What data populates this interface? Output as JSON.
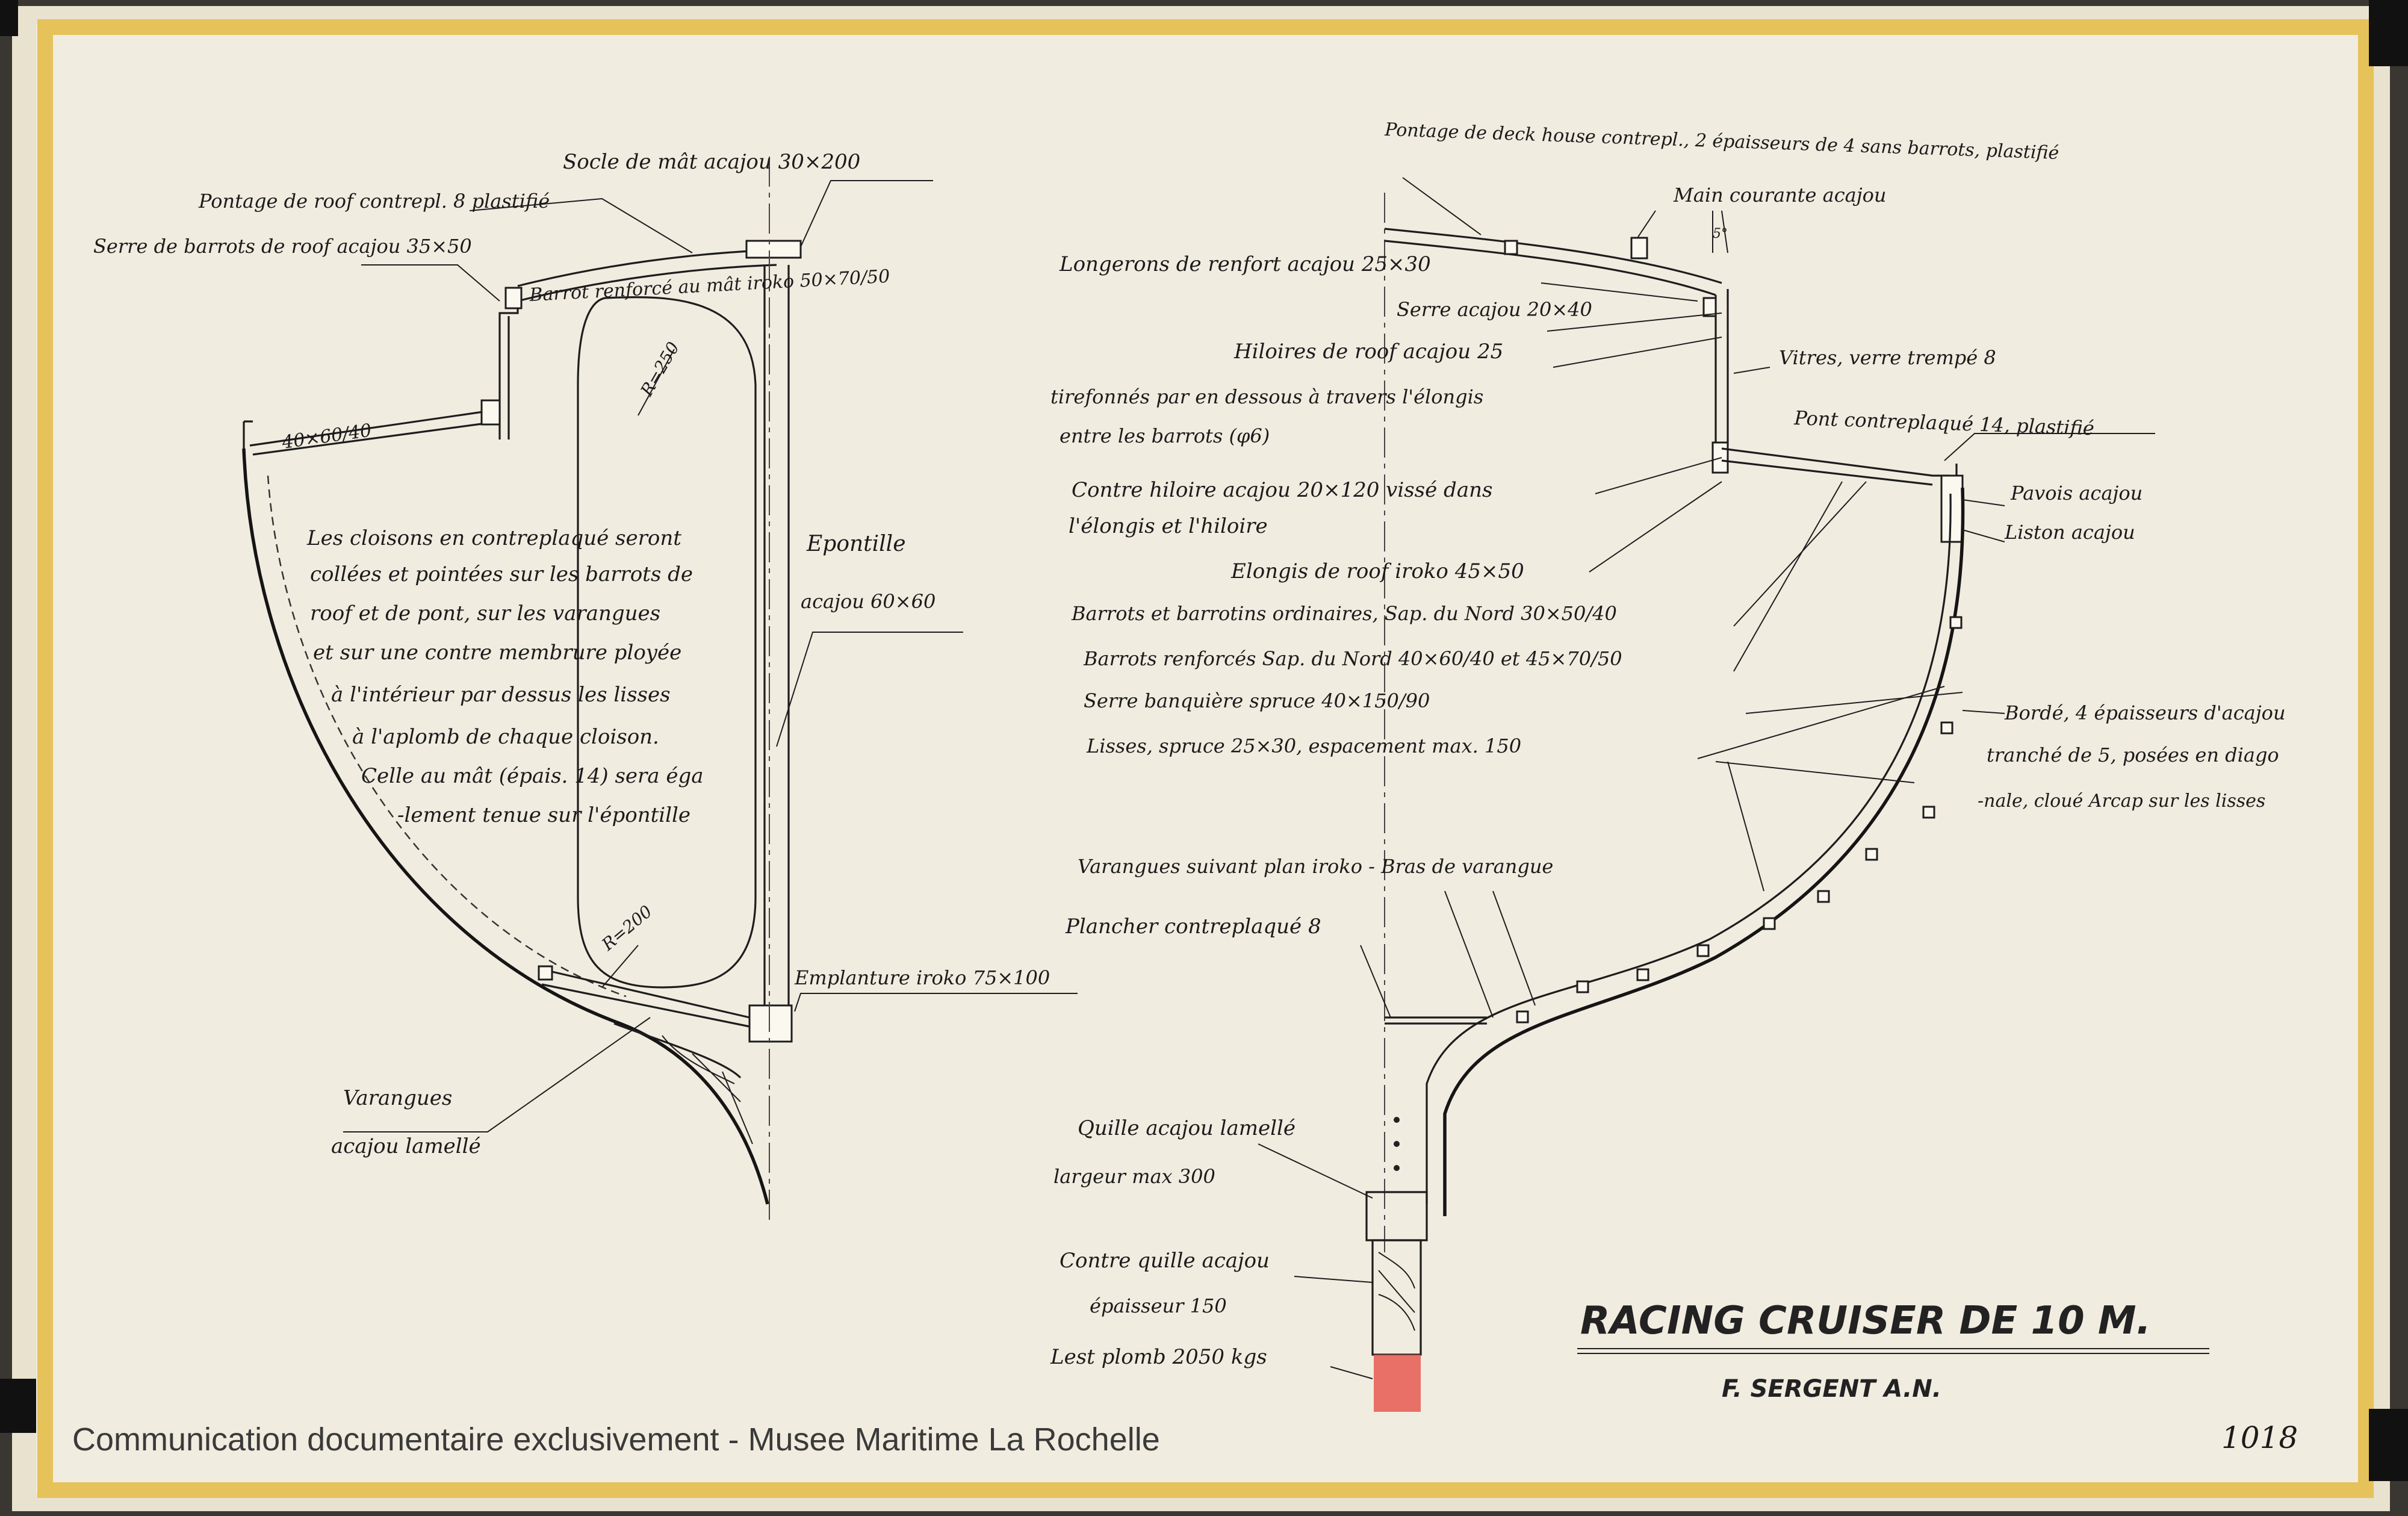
{
  "left_section": {
    "socle_mat": "Socle de mât acajou 30×200",
    "pontage_roof": "Pontage de roof contrepl. 8 plastifié",
    "serre_barrots": "Serre de barrots de roof acajou 35×50",
    "barrot_renforce": "Barrot renforcé au mât iroko 50×70/50",
    "r250": "R=250",
    "dim_404": "40×60/40",
    "epontille": "Epontille",
    "epontille_size": "acajou 60×60",
    "note_lines": [
      "Les cloisons en contreplaqué seront",
      "collées et pointées sur les barrots de",
      "roof et de pont, sur les varangues",
      "et sur une contre membrure ployée",
      "à l'intérieur par dessus les lisses",
      "à l'aplomb de chaque cloison.",
      "Celle au mât (épais. 14) sera éga",
      "-lement tenue sur l'épontille"
    ],
    "r200": "R=200",
    "emplanture": "Emplanture iroko 75×100",
    "varangues_1": "Varangues",
    "varangues_2": "acajou lamellé"
  },
  "right_section": {
    "pontage_deckhouse": "Pontage de deck house contrepl., 2 épaisseurs de 4 sans barrots, plastifié",
    "main_courante": "Main courante acajou",
    "angle": "5°",
    "longerons": "Longerons de renfort acajou 25×30",
    "serre": "Serre acajou 20×40",
    "hiloires": "Hiloires de roof acajou 25",
    "tirefonne_1": "tirefonnés par en dessous à travers l'élongis",
    "tirefonne_2": "entre les barrots (φ6)",
    "vitres": "Vitres, verre trempé 8",
    "pont": "Pont contreplaqué 14, plastifié",
    "contre_hiloire_1": "Contre hiloire acajou 20×120 vissé dans",
    "contre_hiloire_2": "l'élongis et l'hiloire",
    "pavois": "Pavois acajou",
    "liston": "Liston acajou",
    "elongis": "Elongis de roof iroko 45×50",
    "barrots_ord": "Barrots et barrotins ordinaires, Sap. du Nord 30×50/40",
    "barrots_renf": "Barrots renforcés Sap. du Nord 40×60/40 et 45×70/50",
    "serre_banquiere": "Serre banquière spruce 40×150/90",
    "lisses": "Lisses, spruce 25×30, espacement max. 150",
    "borde_1": "Bordé, 4 épaisseurs d'acajou",
    "borde_2": "tranché de 5, posées en diago",
    "borde_3": "-nale, cloué Arcap sur les lisses",
    "varangues_plan": "Varangues suivant plan iroko - Bras de varangue",
    "plancher": "Plancher contreplaqué 8",
    "quille_1": "Quille acajou lamellé",
    "quille_2": "largeur max 300",
    "contre_quille_1": "Contre quille acajou",
    "contre_quille_2": "épaisseur 150",
    "lest": "Lest plomb 2050 kgs"
  },
  "title_block": {
    "title": "RACING CRUISER DE 10 M.",
    "author": "F. SERGENT A.N.",
    "number": "1018"
  },
  "watermark": "Communication documentaire exclusivement - Musee Maritime La Rochelle",
  "colors": {
    "paper": "#f1ece0",
    "tape": "#e6c25a",
    "ink": "#1d1d1d",
    "lead": "#e85a50"
  }
}
